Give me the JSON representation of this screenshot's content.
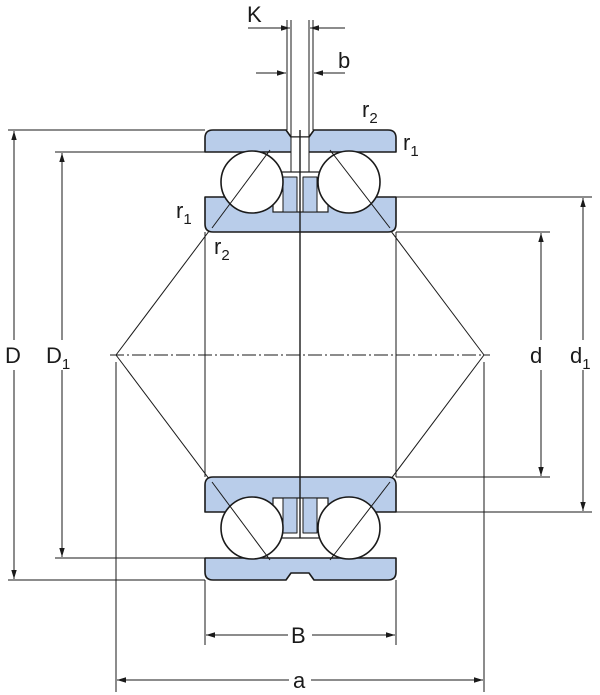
{
  "title": "Double row angular contact ball bearing dimension drawing",
  "colors": {
    "ring_fill": "#b9cdea",
    "line": "#1a1a1a"
  },
  "labels": {
    "K": "K",
    "b": "b",
    "r2_top": {
      "main": "r",
      "sub": "2"
    },
    "r1_top": {
      "main": "r",
      "sub": "1"
    },
    "r1_left": {
      "main": "r",
      "sub": "1"
    },
    "r2_left": {
      "main": "r",
      "sub": "2"
    },
    "D": "D",
    "D1": {
      "main": "D",
      "sub": "1"
    },
    "d": "d",
    "d1": {
      "main": "d",
      "sub": "1"
    },
    "B": "B",
    "a": "a"
  }
}
